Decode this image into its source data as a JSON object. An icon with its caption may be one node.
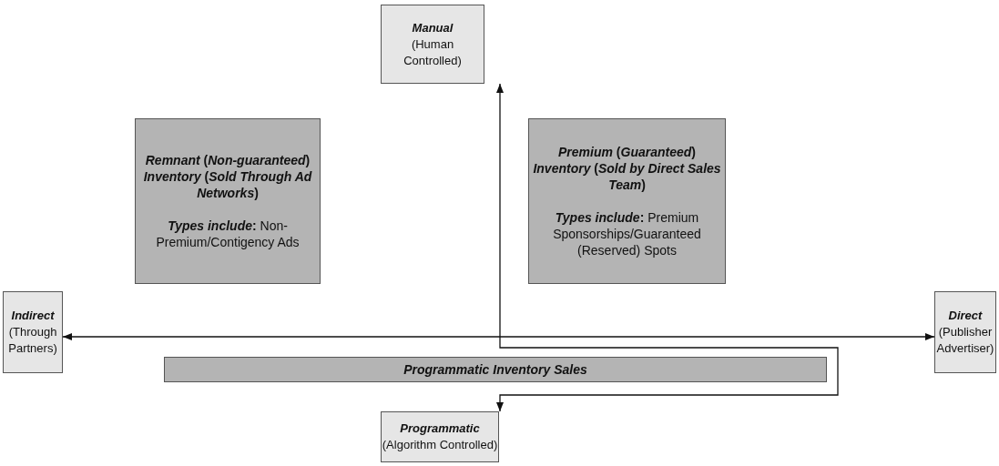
{
  "diagram": {
    "nodes": [
      {
        "text": [
          "Manual",
          "(Human Controlled)"
        ]
      },
      {
        "text": [
          "*Remnant* (*Non-guaranteed*) *Inventory* (*Sold Through Ad Networks*)",
          "***Types include*:** Non-Premium/Contigency Ads"
        ]
      },
      {
        "text": [
          "*Premium* (*Guaranteed*) *Inventory* (*Sold by Direct Sales Team*)",
          "***Types include*:** Premium Sponsorships/Guaranteed (Reserved) Spots"
        ]
      },
      {
        "text": [
          "Indirect",
          "(Through Partners)"
        ]
      },
      {
        "text": [
          "Direct",
          "(Publisher Advertiser)"
        ]
      },
      {
        "text": [
          "Programmatic Inventory Sales"
        ]
      },
      {
        "text": [
          "Programmatic",
          "(Algorithm Controlled)"
        ]
      }
    ],
    "edges": [
      {
        "from": 6,
        "to": 0,
        "arrow": "both"
      },
      {
        "from": 3,
        "to": 4,
        "arrow": "both"
      }
    ]
  }
}
